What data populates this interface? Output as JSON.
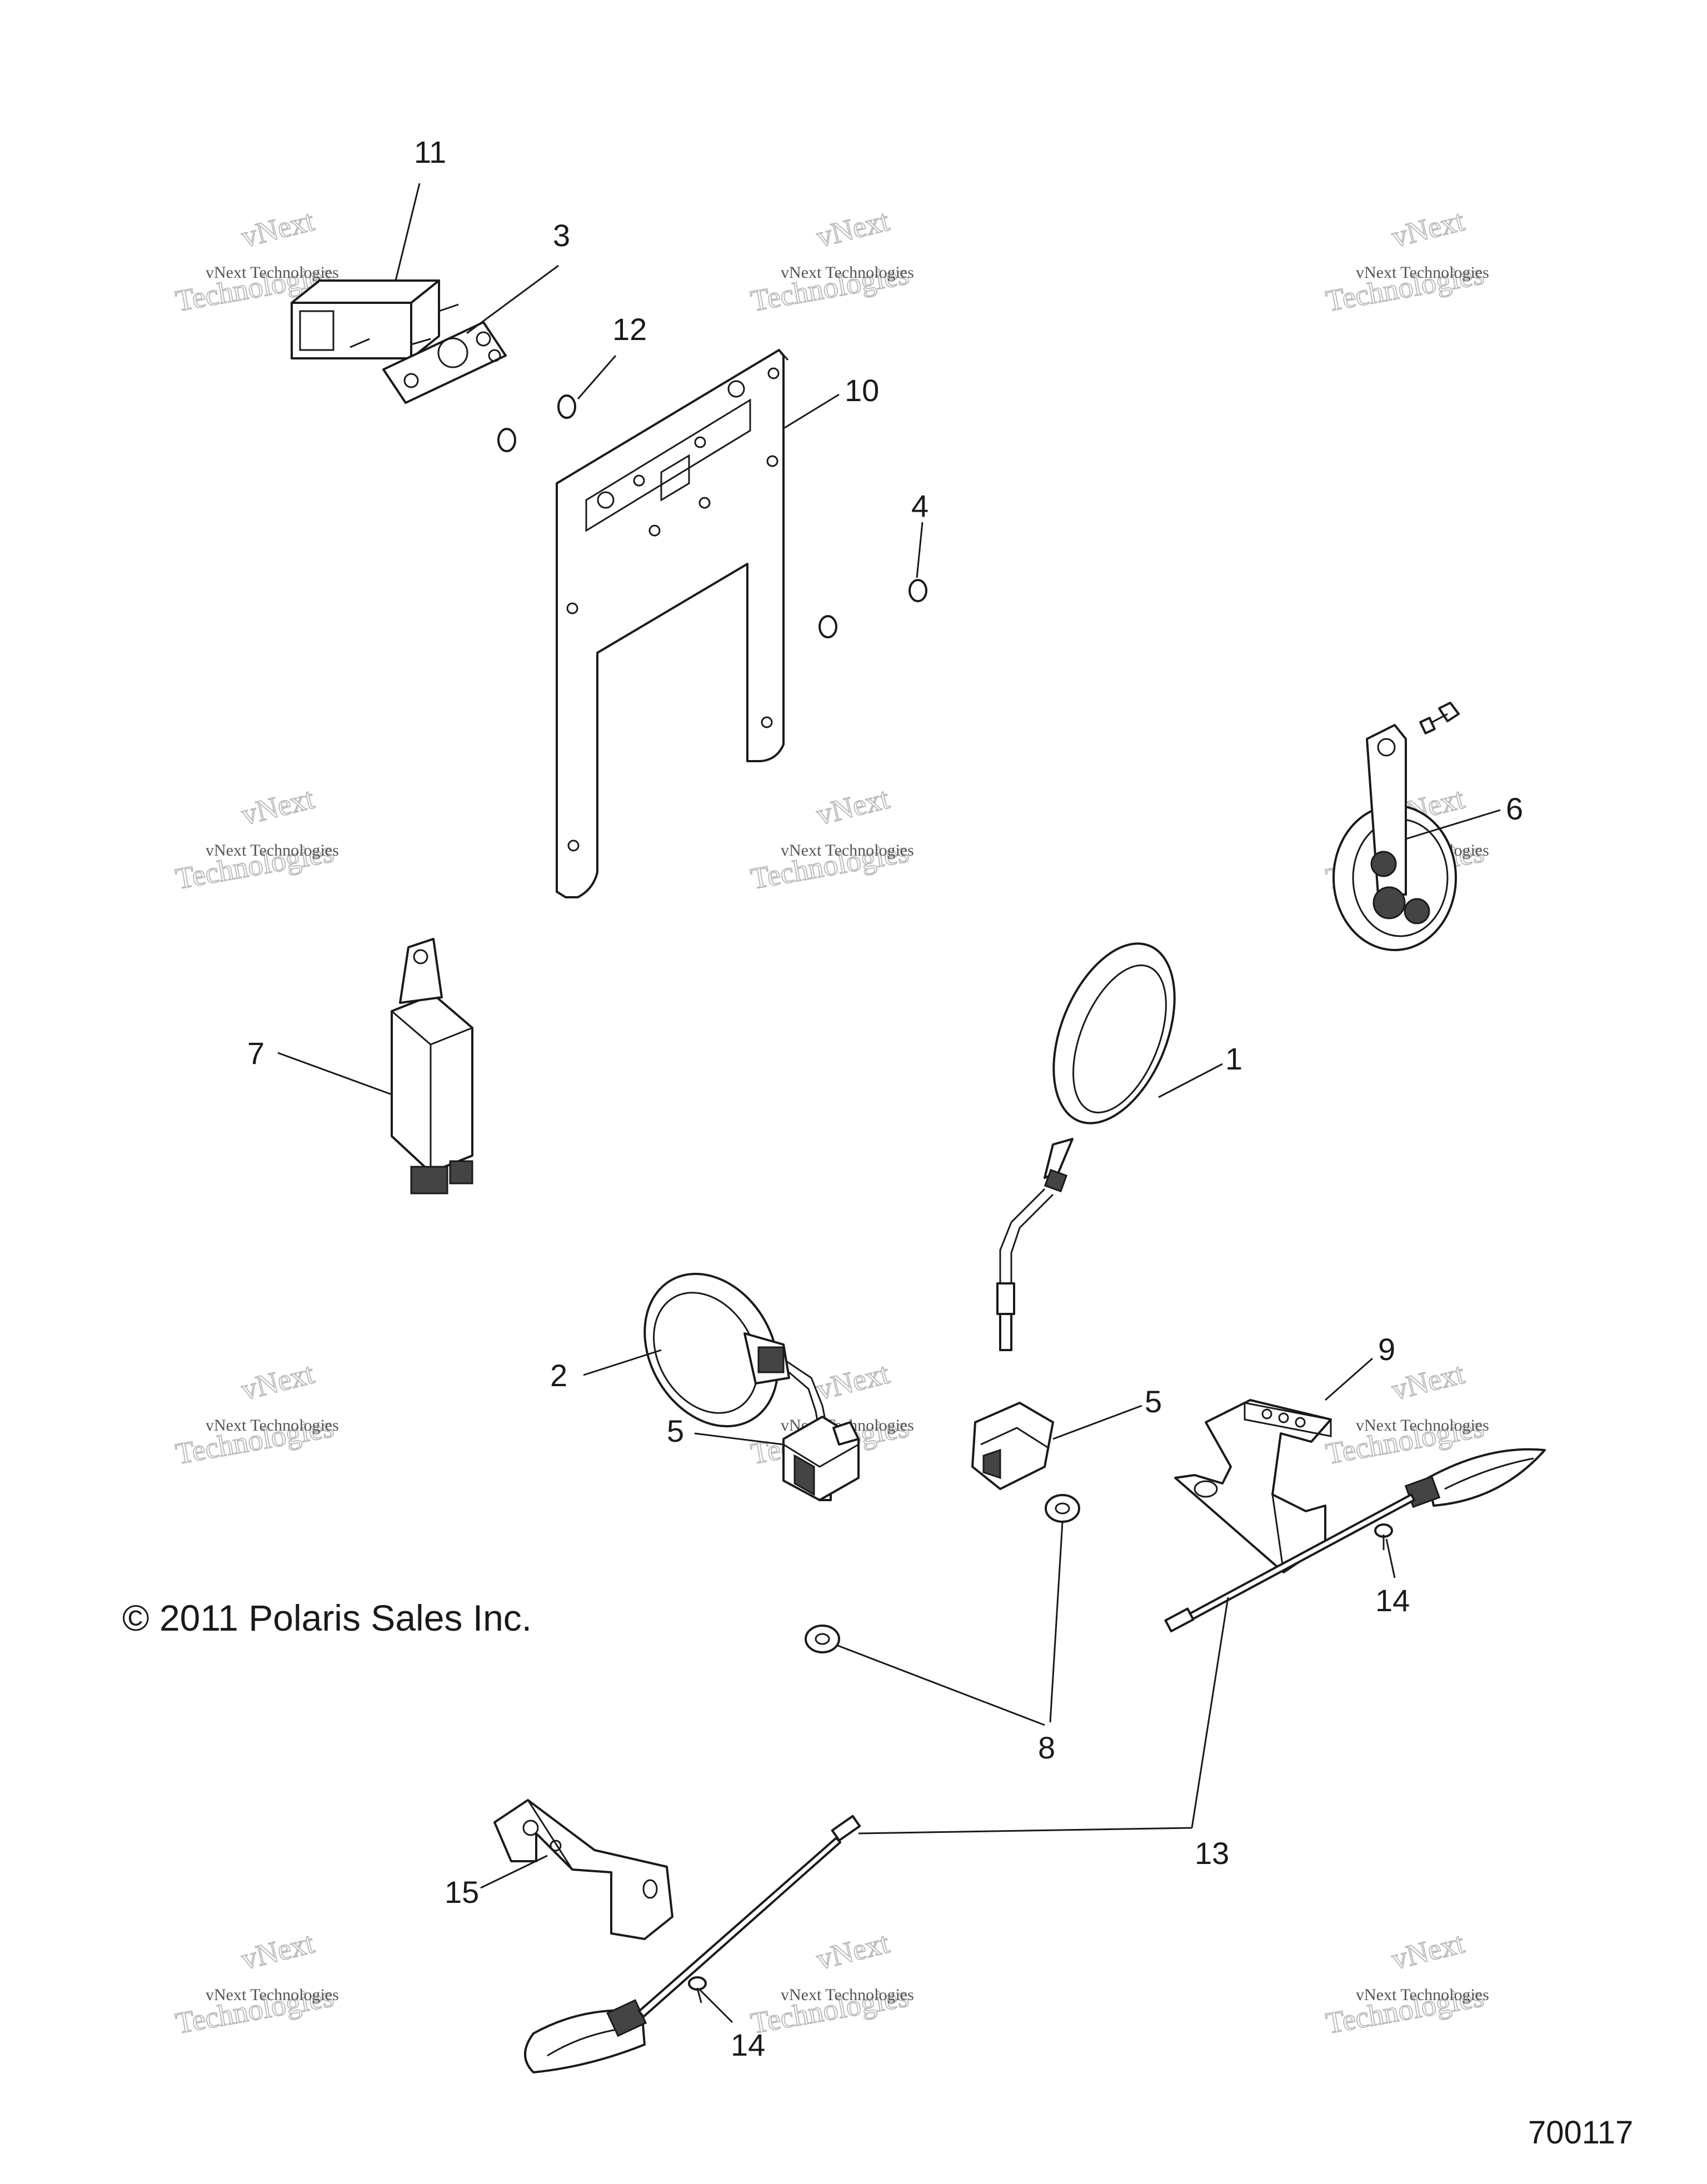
{
  "callouts": [
    {
      "id": "11",
      "label": "11"
    },
    {
      "id": "3",
      "label": "3"
    },
    {
      "id": "12",
      "label": "12"
    },
    {
      "id": "10",
      "label": "10"
    },
    {
      "id": "4",
      "label": "4"
    },
    {
      "id": "6",
      "label": "6"
    },
    {
      "id": "7",
      "label": "7"
    },
    {
      "id": "1",
      "label": "1"
    },
    {
      "id": "2",
      "label": "2"
    },
    {
      "id": "9",
      "label": "9"
    },
    {
      "id": "5a",
      "label": "5"
    },
    {
      "id": "5b",
      "label": "5"
    },
    {
      "id": "14a",
      "label": "14"
    },
    {
      "id": "8",
      "label": "8"
    },
    {
      "id": "13",
      "label": "13"
    },
    {
      "id": "15",
      "label": "15"
    },
    {
      "id": "14b",
      "label": "14"
    }
  ],
  "watermark": {
    "small": "vNext Technologies",
    "large_line1": "vNext",
    "large_line2": "Technologies"
  },
  "copyright": "© 2011 Polaris Sales Inc.",
  "drawing_number": "700117",
  "colors": {
    "line": "#1a1a1a",
    "watermark": "#bdbdbd",
    "background": "#ffffff"
  }
}
